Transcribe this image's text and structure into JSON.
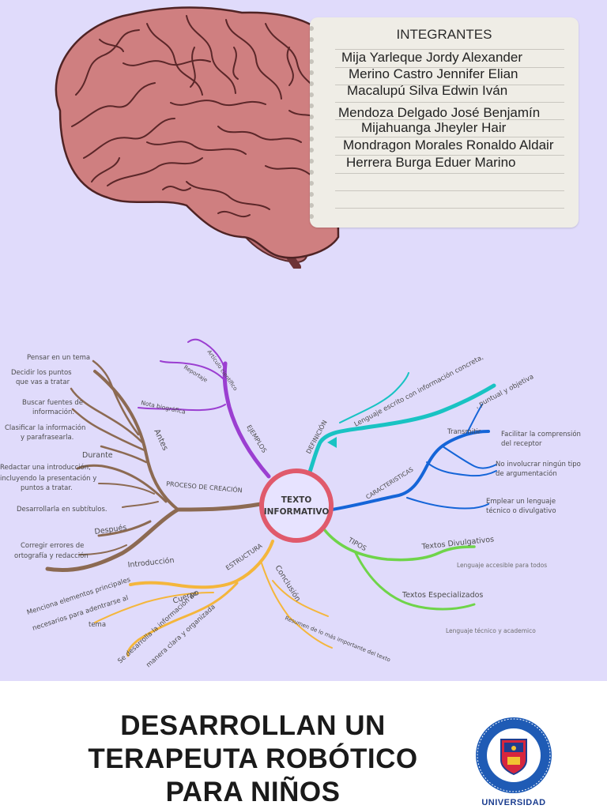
{
  "members_card": {
    "title": "INTEGRANTES",
    "members": [
      "Mija Yarleque Jordy Alexander",
      "Merino Castro Jennifer Elian",
      "Macalupú Silva Edwin Iván",
      "Mendoza Delgado José Benjamín",
      "Mijahuanga Jheyler Hair",
      "Mondragon Morales Ronaldo Aldair",
      "Herrera Burga Eduer Marino"
    ]
  },
  "mindmap": {
    "center": [
      "TEXTO",
      "INFORMATIVO"
    ],
    "colors": {
      "center_ring": "#e05a6c",
      "ejemplos": "#9b3fd1",
      "definicion": "#19c3c3",
      "caracteristicas": "#1565d8",
      "tipos": "#6fd44a",
      "estructura": "#f4b63c",
      "proceso": "#8c6a52"
    },
    "ejemplos": {
      "label": "EJEMPLOS",
      "items": [
        "Artículo científico",
        "Reportaje",
        "Nota biográfica"
      ]
    },
    "definicion": {
      "label": "DEFINICIÓN",
      "text_lines": [
        "Lenguaje escrito con información concreta,",
        ", puntual y objetiva"
      ]
    },
    "caracteristicas": {
      "label": "CARACTERISTICAS",
      "transmitir": "Transmitir",
      "items": [
        [
          "Facilitar la comprensión",
          "del receptor"
        ],
        [
          "No involucrar ningún tipo",
          "de argumentación"
        ],
        [
          "Emplear un lenguaje",
          "técnico o divulgativo"
        ]
      ]
    },
    "tipos": {
      "label": "TIPOS",
      "divulgativos": "Textos Divulgativos",
      "divulgativos_desc": "Lenguaje accesible para todos",
      "especializados": "Textos Especializados",
      "especializados_desc": "Lenguaje técnico y academico"
    },
    "estructura": {
      "label": "ESTRUCTURA",
      "introduccion": "Introducción",
      "introduccion_desc": [
        "Menciona elementos principales",
        "necesarios para adentrarse al",
        "tema"
      ],
      "cuerpo": "Cuerpo",
      "cuerpo_desc": [
        "Se desarrolla la información de",
        "manera clara y organizada"
      ],
      "conclusion": "Conclusión",
      "conclusion_desc": "Resumen de lo más importante del texto"
    },
    "proceso": {
      "label": "PROCESO DE CREACIÓN",
      "antes": "Antes",
      "antes_items": [
        [
          "Pensar en un tema"
        ],
        [
          "Decidir los puntos",
          "que vas a tratar"
        ],
        [
          "Buscar fuentes de",
          "información."
        ],
        [
          "Clasificar la información",
          "y parafrasearla."
        ]
      ],
      "durante": "Durante",
      "durante_items": [
        [
          "Redactar una introducción,",
          "incluyendo la presentación y",
          "puntos a tratar."
        ],
        [
          "Desarrollarla en subtítulos."
        ]
      ],
      "despues": "Después",
      "despues_items": [
        [
          "Corregir errores de",
          "ortografía y redacción"
        ]
      ]
    }
  },
  "headline": [
    "DESARROLLAN UN",
    "TERAPEUTA ROBÓTICO",
    "PARA NIÑOS"
  ],
  "logo_caption": "UNIVERSIDAD"
}
